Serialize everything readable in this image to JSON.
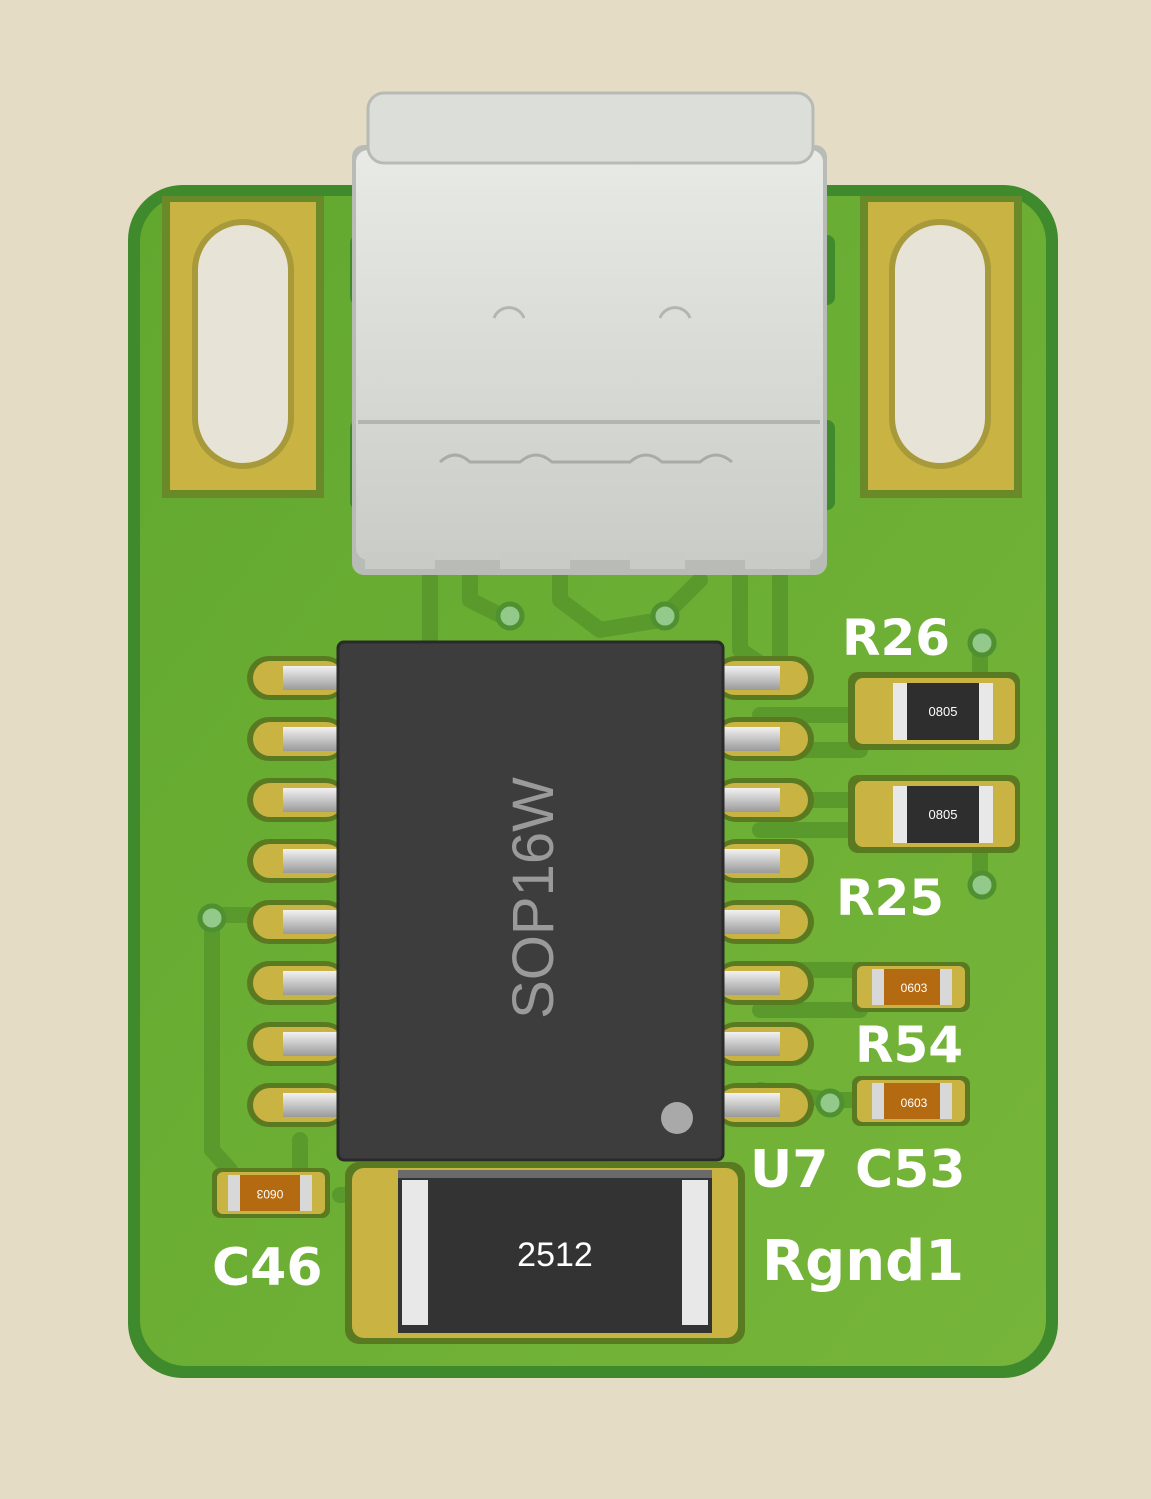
{
  "colors": {
    "background": "#e4dcc4",
    "board": "#6cb032",
    "board_edge": "#3f8a2c",
    "pad_gold": "#c9b443",
    "chip_body": "#3d3d3d",
    "silkscreen": "#ffffff",
    "ceramic_cap": "#b46a10",
    "connector": "#d8dad6"
  },
  "ic": {
    "refdes": "U7",
    "package": "SOP16W",
    "pins_per_side": 8
  },
  "resistors": [
    {
      "refdes": "R26",
      "package": "0805"
    },
    {
      "refdes": "R25",
      "package": "0805"
    },
    {
      "refdes": "R54",
      "package": "0603"
    },
    {
      "refdes": "Rgnd1",
      "package": "2512"
    }
  ],
  "capacitors": [
    {
      "refdes": "C53",
      "package": "0603"
    },
    {
      "refdes": "C46",
      "package": "0603"
    }
  ],
  "connector": {
    "type": "usb-c-receptacle-icon"
  }
}
